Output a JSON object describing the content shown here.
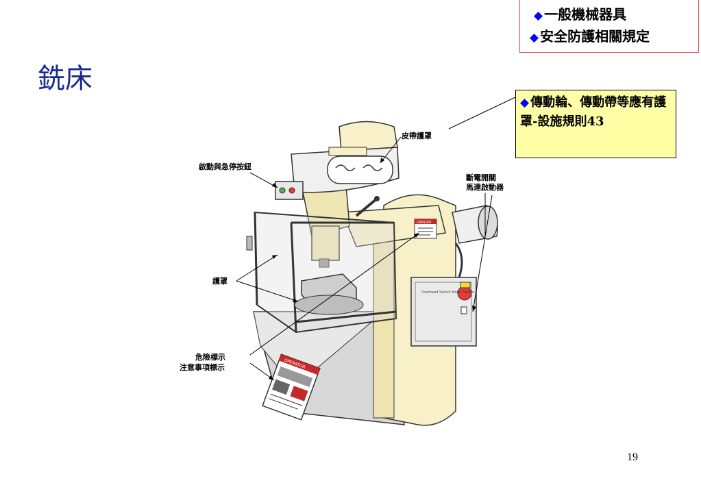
{
  "header_box": {
    "line1": "一般機械器具",
    "line2": "安全防護相關規定"
  },
  "slide": {
    "title": "銑床",
    "note_prefix": "◆",
    "note_text": "傳動輪、傳動帶等應有護罩-設施規則43",
    "page_number": "19"
  },
  "figure": {
    "labels": {
      "belt_guard": "皮帶護罩",
      "start_stop": "啟動與急停按鈕",
      "breaker_line1": "斷電開關",
      "breaker_line2": "馬達啟動器",
      "guard": "護罩",
      "danger_line1": "危險標示",
      "danger_line2": "注意事項標示"
    },
    "panel_text": "Overhead Switch Motor Starter",
    "sign_text": "DANGER",
    "card_text": "OPERATOR"
  },
  "colors": {
    "title": "#1a2d8f",
    "diamond": "#0000ff",
    "note_bg": "#ffffa6",
    "border_red": "#d9534f",
    "machine_cream": "#f8f0c8"
  }
}
